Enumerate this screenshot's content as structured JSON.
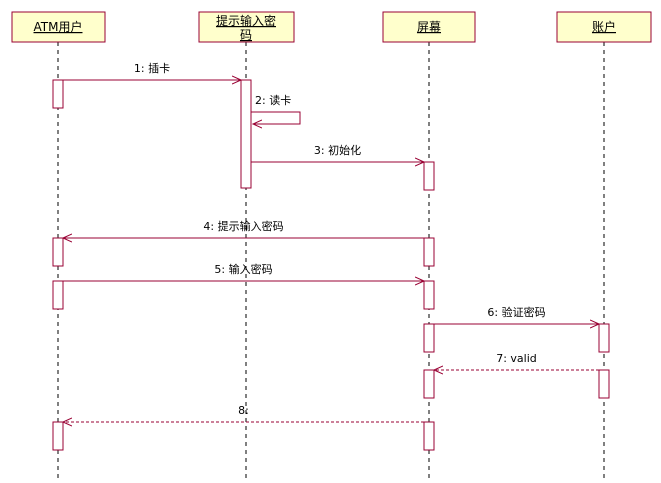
{
  "colors": {
    "box_fill": "#ffffcc",
    "box_stroke": "#990033",
    "arrow": "#990033",
    "lifeline": "#000000"
  },
  "participants": [
    {
      "id": "atm_user",
      "label_lines": [
        "ATM用户"
      ]
    },
    {
      "id": "prompt",
      "label_lines": [
        "提示输入密",
        "码"
      ]
    },
    {
      "id": "screen",
      "label_lines": [
        "屏幕"
      ]
    },
    {
      "id": "account",
      "label_lines": [
        "账户"
      ]
    }
  ],
  "messages": [
    {
      "label": "1: 插卡",
      "from": "atm_user",
      "to": "prompt",
      "kind": "sync"
    },
    {
      "label": "2: 读卡",
      "from": "prompt",
      "to": "prompt",
      "kind": "self"
    },
    {
      "label": "3: 初始化",
      "from": "prompt",
      "to": "screen",
      "kind": "sync"
    },
    {
      "label": "4: 提示输入密码",
      "from": "screen",
      "to": "atm_user",
      "kind": "sync"
    },
    {
      "label": "5: 输入密码",
      "from": "atm_user",
      "to": "screen",
      "kind": "sync"
    },
    {
      "label": "6: 验证密码",
      "from": "screen",
      "to": "account",
      "kind": "sync"
    },
    {
      "label": "7: valid",
      "from": "account",
      "to": "screen",
      "kind": "return"
    },
    {
      "label": "8:",
      "from": "screen",
      "to": "atm_user",
      "kind": "return"
    }
  ]
}
